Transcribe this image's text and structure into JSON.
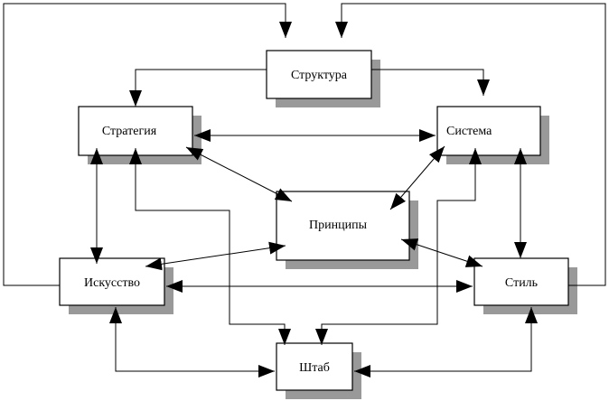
{
  "diagram": {
    "type": "organizational-model",
    "nodes": {
      "structure": {
        "label": "Структура"
      },
      "strategy": {
        "label": "Стратегия"
      },
      "system": {
        "label": "Система"
      },
      "principles": {
        "label": "Принципы"
      },
      "skills": {
        "label": "Искусство"
      },
      "style": {
        "label": "Стиль"
      },
      "staff": {
        "label": "Штаб"
      }
    },
    "edges": [
      {
        "from": "skills",
        "to": "structure",
        "direction": "one-way"
      },
      {
        "from": "style",
        "to": "structure",
        "direction": "one-way"
      },
      {
        "from": "structure",
        "to": "strategy",
        "direction": "one-way"
      },
      {
        "from": "structure",
        "to": "system",
        "direction": "one-way"
      },
      {
        "from": "strategy",
        "to": "system",
        "direction": "both"
      },
      {
        "from": "strategy",
        "to": "principles",
        "direction": "both"
      },
      {
        "from": "system",
        "to": "principles",
        "direction": "both"
      },
      {
        "from": "strategy",
        "to": "skills",
        "direction": "both"
      },
      {
        "from": "staff",
        "to": "strategy",
        "direction": "both"
      },
      {
        "from": "system",
        "to": "style",
        "direction": "both"
      },
      {
        "from": "staff",
        "to": "system",
        "direction": "both"
      },
      {
        "from": "principles",
        "to": "skills",
        "direction": "both"
      },
      {
        "from": "principles",
        "to": "style",
        "direction": "both"
      },
      {
        "from": "skills",
        "to": "style",
        "direction": "both"
      },
      {
        "from": "skills",
        "to": "staff",
        "direction": "both"
      },
      {
        "from": "style",
        "to": "staff",
        "direction": "both"
      }
    ]
  }
}
